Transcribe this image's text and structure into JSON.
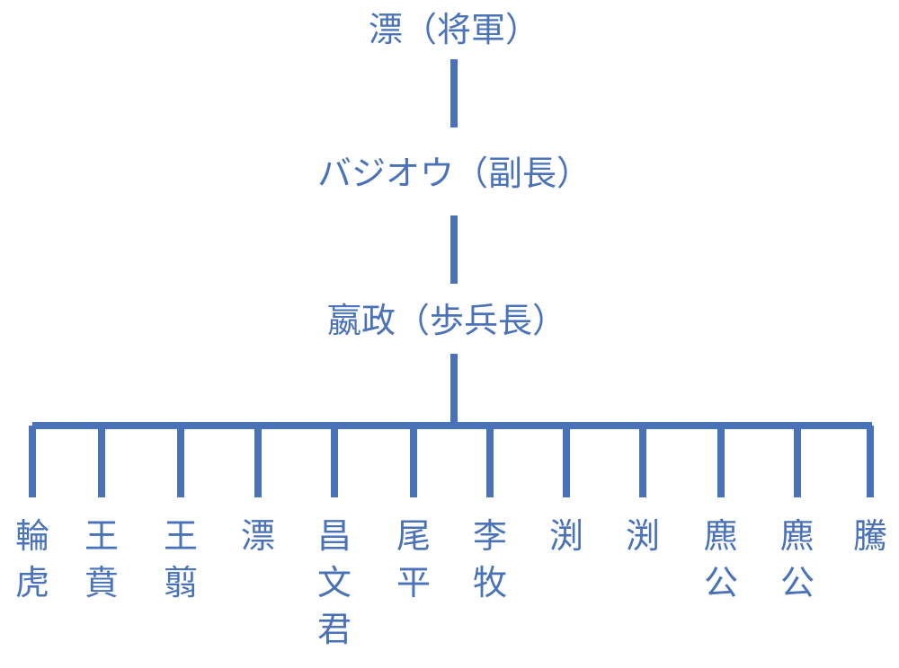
{
  "colors": {
    "line": "#4a72b8",
    "text": "#4a72b8",
    "background": "#ffffff"
  },
  "hierarchy": {
    "general": "漂（将軍）",
    "vice": "バジオウ（副長）",
    "infantry": "嬴政（歩兵長）",
    "members": [
      {
        "label": "輪虎"
      },
      {
        "label": "王賁"
      },
      {
        "label": "王翦"
      },
      {
        "label": "漂"
      },
      {
        "label": "昌文君"
      },
      {
        "label": "尾平"
      },
      {
        "label": "李牧"
      },
      {
        "label": "渕"
      },
      {
        "label": "渕"
      },
      {
        "label": "麃公"
      },
      {
        "label": "麃公"
      },
      {
        "label": "騰"
      }
    ]
  }
}
